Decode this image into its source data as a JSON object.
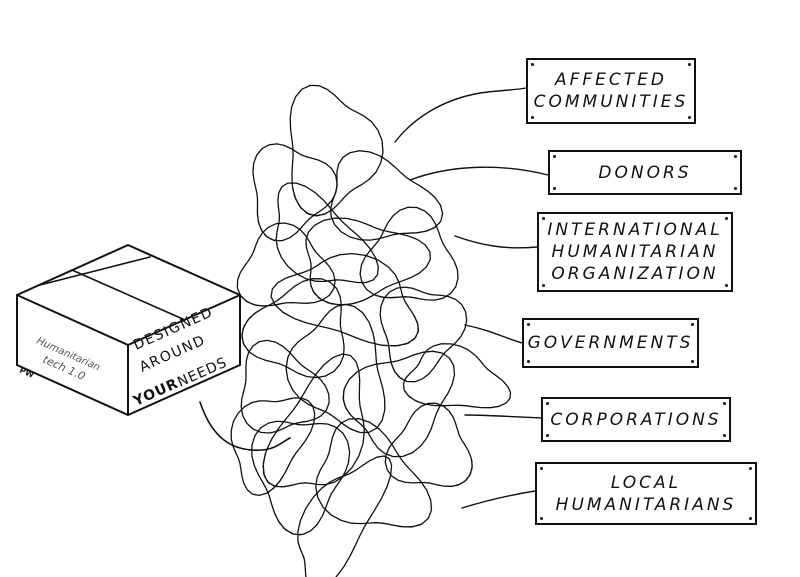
{
  "box": {
    "brand_line1": "Humanitarian",
    "brand_line2": "tech 1.0",
    "mark": "PW",
    "slogan_line1": "DESIGNED",
    "slogan_line2": "AROUND",
    "slogan_your": "YOUR",
    "slogan_needs": "NEEDS"
  },
  "stakeholders": [
    {
      "lines": [
        "AFFECTED",
        "COMMUNITIES"
      ]
    },
    {
      "lines": [
        "DONORS"
      ]
    },
    {
      "lines": [
        "INTERNATIONAL",
        "HUMANITARIAN",
        "ORGANIZATION"
      ]
    },
    {
      "lines": [
        "GOVERNMENTS"
      ]
    },
    {
      "lines": [
        "CORPORATIONS"
      ]
    },
    {
      "lines": [
        "LOCAL",
        "HUMANITARIANS"
      ]
    }
  ]
}
